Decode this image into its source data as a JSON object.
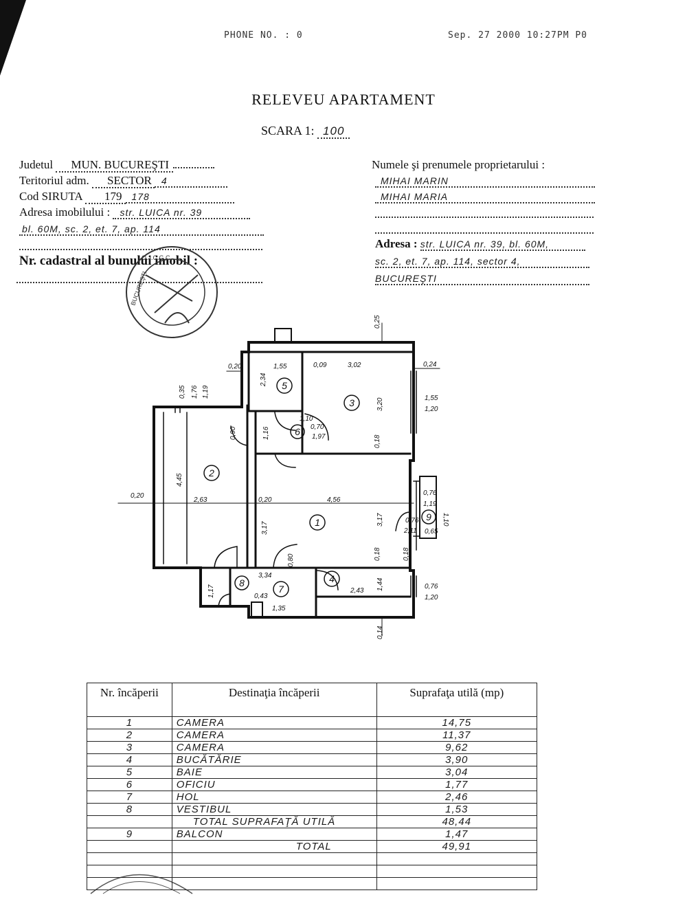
{
  "fax": {
    "phone": "PHONE NO. : 0",
    "date": "Sep. 27 2000 10:27PM P0"
  },
  "header": {
    "title": "RELEVEU APARTAMENT",
    "scale_label": "SCARA 1:",
    "scale_value": "100"
  },
  "left_info": {
    "judet_label": "Judetul",
    "judet_value": "MUN. BUCUREŞTI",
    "teritoriu_label": "Teritoriul adm.",
    "teritoriu_value": "SECTOR",
    "teritoriu_hand": "4",
    "siruta_label": "Cod SIRUTA",
    "siruta_value": "179",
    "siruta_hand": "178",
    "adresa_label": "Adresa imobilului :",
    "adresa_hand1": "str. LUICA nr. 39",
    "adresa_hand2": "bl. 60M, sc. 2, et. 7, ap. 114",
    "cadastral_label": "Nr. cadastral al bunului imobil :"
  },
  "right_info": {
    "owner_label": "Numele şi prenumele proprietarului :",
    "owner1": "MIHAI MARIN",
    "owner2": "MIHAI MARIA",
    "adresa_label": "Adresa :",
    "adresa1": "str. LUICA nr. 39, bl. 60M,",
    "adresa2": "sc. 2, et. 7, ap. 114, sector 4,",
    "adresa3": "BUCUREŞTI"
  },
  "plan": {
    "rooms": [
      "1",
      "2",
      "3",
      "4",
      "5",
      "6",
      "7",
      "8",
      "9"
    ],
    "dims": [
      "0,20",
      "1,55",
      "0,09",
      "3,02",
      "0,24",
      "0,25",
      "2,34",
      "1,55",
      "1,20",
      "0,35",
      "1,76",
      "1,19",
      "3,20",
      "0,18",
      "1,16",
      "0,20",
      "4,45",
      "2,63",
      "0,20",
      "4,56",
      "3,17",
      "3,17",
      "0,18",
      "0,18",
      "0,76",
      "1,19",
      "0,76",
      "2,11",
      "0,65",
      "1,10",
      "3,34",
      "1,44",
      "2,43",
      "0,76",
      "1,20",
      "1,35",
      "0,43",
      "1,17",
      "0,14",
      "1,10",
      "0,70",
      "1,97",
      "0,80",
      "0,90"
    ]
  },
  "table": {
    "col_headers": [
      "Nr. încăperii",
      "Destinaţia încăperii",
      "Suprafaţa utilă (mp)"
    ],
    "rows": [
      {
        "nr": "1",
        "dest": "CAMERA",
        "sup": "14,75"
      },
      {
        "nr": "2",
        "dest": "CAMERA",
        "sup": "11,37"
      },
      {
        "nr": "3",
        "dest": "CAMERA",
        "sup": "9,62"
      },
      {
        "nr": "4",
        "dest": "BUCĂTĂRIE",
        "sup": "3,90"
      },
      {
        "nr": "5",
        "dest": "BAIE",
        "sup": "3,04"
      },
      {
        "nr": "6",
        "dest": "OFICIU",
        "sup": "1,77"
      },
      {
        "nr": "7",
        "dest": "HOL",
        "sup": "2,46"
      },
      {
        "nr": "8",
        "dest": "VESTIBUL",
        "sup": "1,53"
      },
      {
        "nr": "",
        "dest": "TOTAL SUPRAFAŢĂ UTILĂ",
        "sup": "48,44"
      },
      {
        "nr": "9",
        "dest": "BALCON",
        "sup": "1,47"
      },
      {
        "nr": "",
        "dest": "TOTAL",
        "sup": "49,91"
      },
      {
        "nr": "",
        "dest": "",
        "sup": ""
      },
      {
        "nr": "",
        "dest": "",
        "sup": ""
      },
      {
        "nr": "",
        "dest": "",
        "sup": ""
      }
    ]
  }
}
